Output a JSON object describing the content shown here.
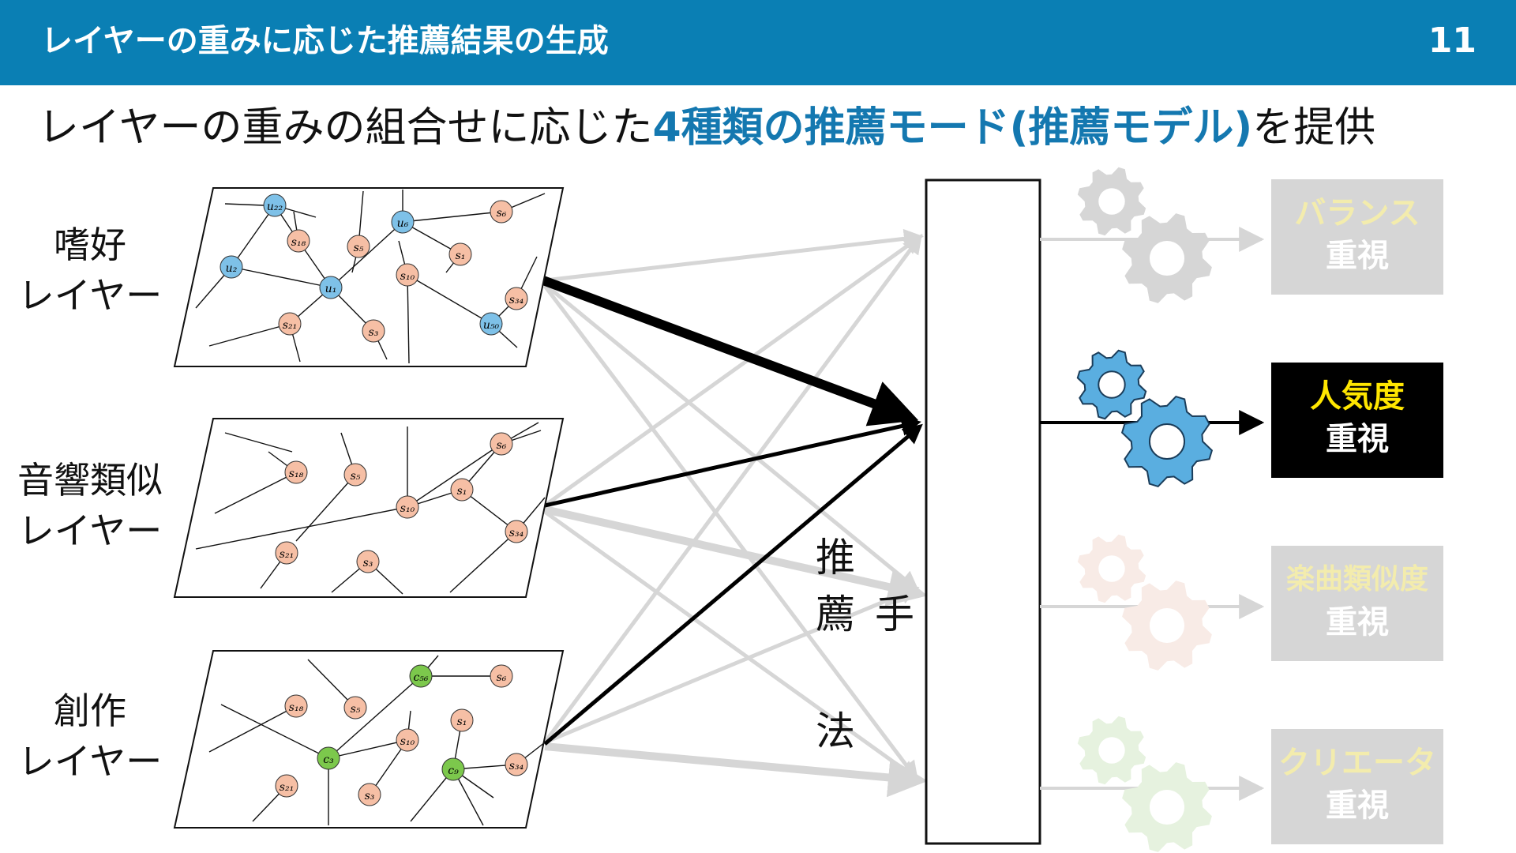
{
  "header": {
    "title": "レイヤーの重みに応じた推薦結果の生成",
    "page_number": "11",
    "background_color": "#0a7fb4"
  },
  "subtitle": {
    "prefix": "レイヤーの重みの組合せに応じた",
    "highlight": "4種類の推薦モード(推薦モデル)",
    "suffix": "を提供",
    "highlight_color": "#1478b0"
  },
  "layers": [
    {
      "line1": "嗜好",
      "line2": "レイヤー"
    },
    {
      "line1": "音響類似",
      "line2": "レイヤー"
    },
    {
      "line1": "創作",
      "line2": "レイヤー"
    }
  ],
  "graph_nodes": {
    "preference": [
      "u22",
      "s18",
      "u6",
      "s6",
      "s5",
      "s1",
      "u2",
      "u1",
      "s10",
      "s34",
      "s21",
      "s3",
      "u50"
    ],
    "acoustic": [
      "s6",
      "s18",
      "s5",
      "s1",
      "s10",
      "s34",
      "s21",
      "s3"
    ],
    "creation": [
      "c56",
      "s6",
      "s18",
      "s5",
      "s1",
      "s10",
      "c3",
      "c9",
      "s34",
      "s21",
      "s3"
    ]
  },
  "recommendation_method": {
    "chars": [
      "推",
      "薦",
      "手",
      "法"
    ]
  },
  "modes": [
    {
      "line1": "バランス",
      "line2": "重視",
      "active": false,
      "title_color": "#f3ecad"
    },
    {
      "line1": "人気度",
      "line2": "重視",
      "active": true,
      "title_color": "#ffe600"
    },
    {
      "line1": "楽曲類似度",
      "line2": "重視",
      "active": false,
      "title_color": "#f3ecad"
    },
    {
      "line1": "クリエータ",
      "line2": "重視",
      "active": false,
      "title_color": "#f3ecad"
    }
  ],
  "colors": {
    "user_node": "#7ec1e8",
    "song_node": "#f6bfa5",
    "creator_node": "#7cc84c",
    "active_gear": "#5aaee0",
    "inactive_gear": "#d6d6d6",
    "inactive_box": "#d6d6d6",
    "active_box": "#000000"
  }
}
